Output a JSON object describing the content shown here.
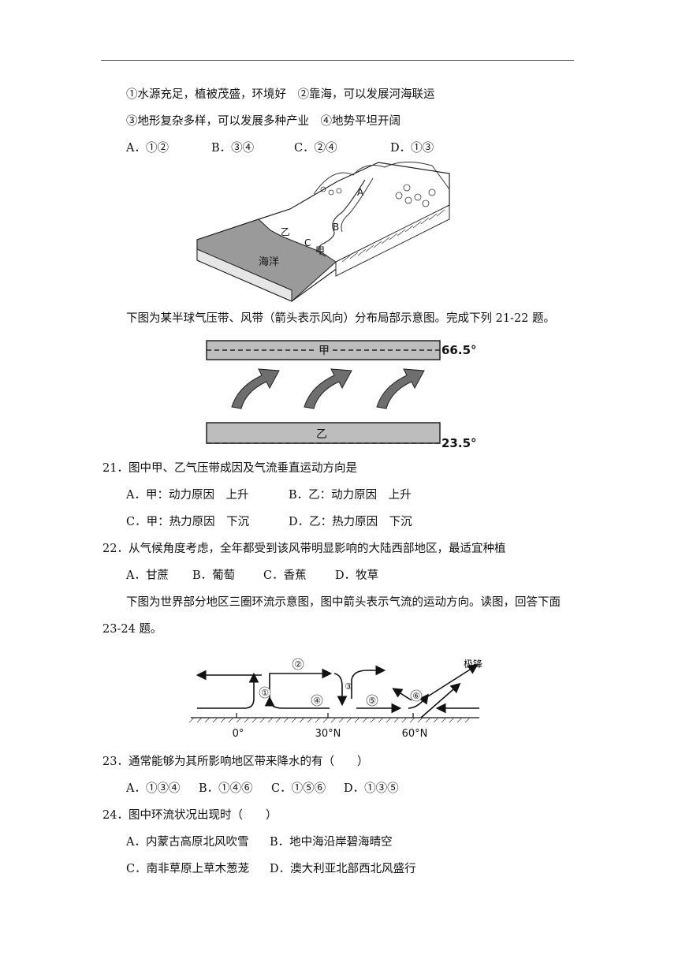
{
  "prev_question": {
    "statements_line1": "①水源充足，植被茂盛，环境好　②靠海，可以发展河海联运",
    "statements_line2": "③地形复杂多样，可以发展多种产业　④地势平坦开阔",
    "options": [
      "A．①②",
      "B．③④",
      "C．②④",
      "D．①③"
    ]
  },
  "figure_terrain": {
    "labels": {
      "a": "A",
      "b": "B",
      "c": "C",
      "yi": "乙",
      "jia": "甲",
      "ocean": "海洋"
    }
  },
  "intro_21_22": "下图为某半球气压带、风带（箭头表示风向）分布局部示意图。完成下列 21-22 题。",
  "figure_belts": {
    "top_label": "甲",
    "bottom_label": "乙",
    "top_latitude": "66.5°",
    "bottom_latitude": "23.5°"
  },
  "q21": {
    "stem": "21．图中甲、乙气压带成因及气流垂直运动方向是",
    "options": [
      "A．甲：动力原因　上升",
      "B．乙：动力原因　上升",
      "C．甲：热力原因　下沉",
      "D．乙：热力原因　下沉"
    ]
  },
  "q22": {
    "stem": "22．从气候角度考虑，全年都受到该风带明显影响的大陆西部地区，最适宜种植",
    "options": [
      "A．甘蔗",
      "B．葡萄",
      "C．香蕉",
      "D．牧草"
    ]
  },
  "intro_23_24": {
    "line1": "下图为世界部分地区三圈环流示意图，图中箭头表示气流的运动方向。读图，回答下面",
    "line2": "23-24 题。"
  },
  "figure_circulation": {
    "labels": [
      "①",
      "②",
      "③",
      "④",
      "⑤",
      "⑥"
    ],
    "front_label": "极锋",
    "latitudes": [
      "0°",
      "30°N",
      "60°N"
    ]
  },
  "q23": {
    "stem": "23．通常能够为其所影响地区带来降水的有（　　）",
    "options": [
      "A．①③④",
      "B．①④⑥",
      "C．①⑤⑥",
      "D．①③⑤"
    ]
  },
  "q24": {
    "stem": "24．图中环流状况出现时（　　）",
    "options": [
      "A．内蒙古高原北风吹雪",
      "B．地中海沿岸碧海晴空",
      "C．南非草原上草木葱茏",
      "D．澳大利亚北部西北风盛行"
    ]
  }
}
